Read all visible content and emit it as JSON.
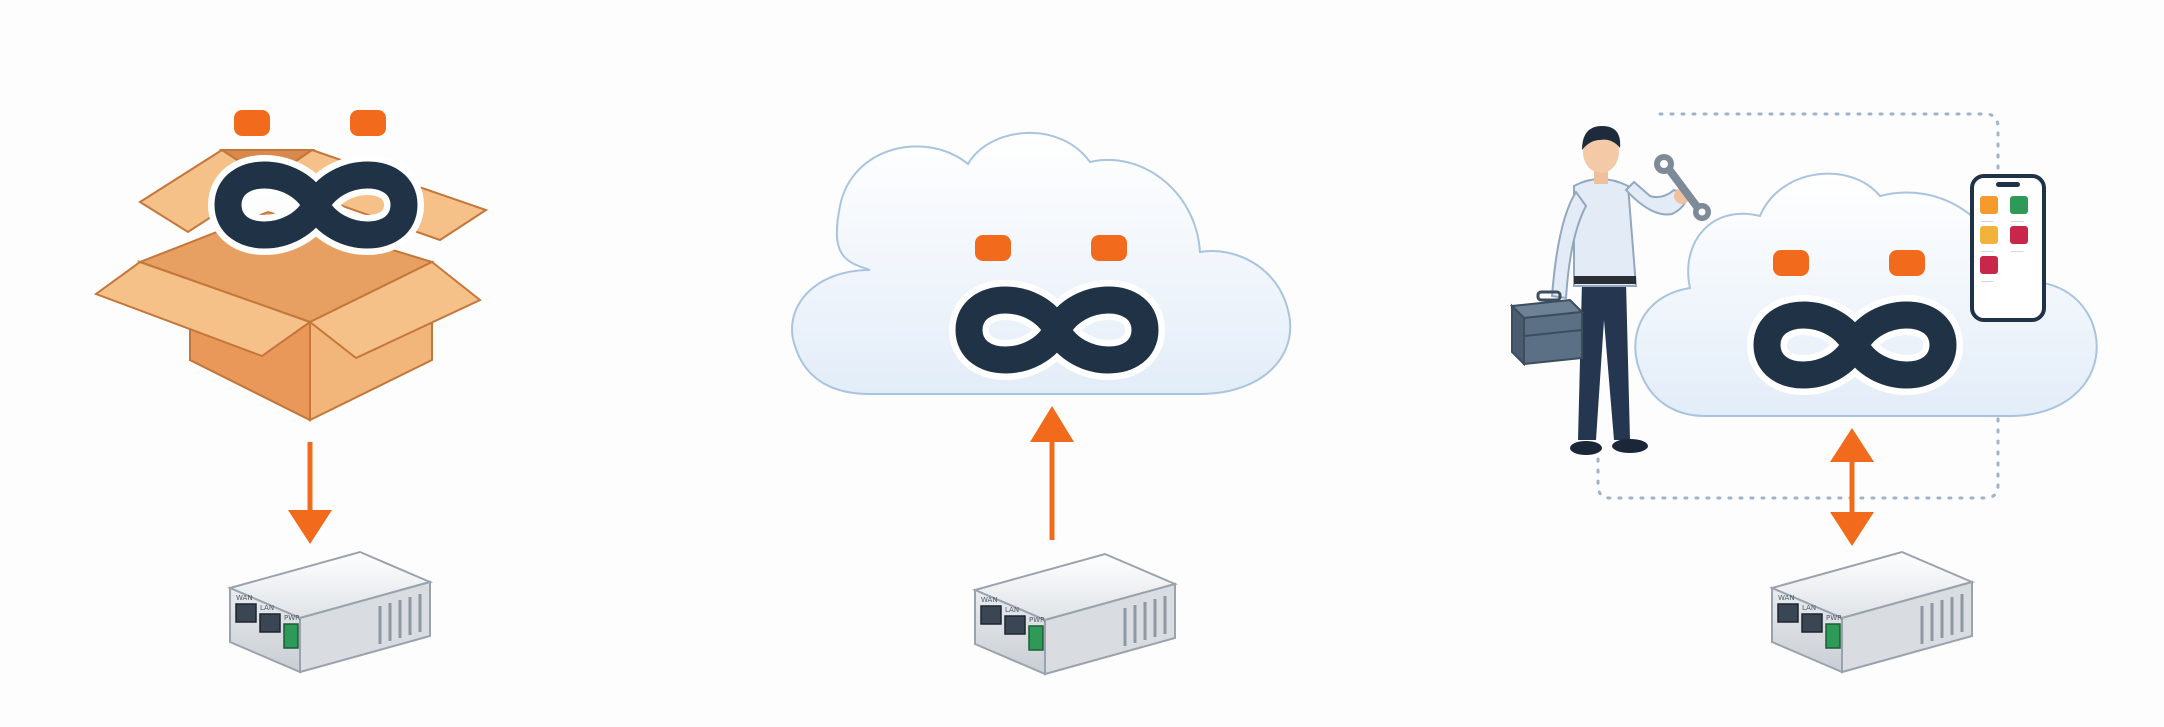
{
  "colors": {
    "accent": "#f26a1b",
    "logo_dark": "#1f3246",
    "box_light": "#f6c089",
    "box_mid": "#eea565",
    "box_dark": "#d9894b",
    "cloud_fill": "#eef4fb",
    "cloud_stroke": "#a9c4df",
    "device_body": "#eceff2",
    "terminal_green": "#2e9a57"
  },
  "panels": [
    {
      "id": "unbox",
      "icons": [
        "open-box-icon",
        "logo-icon",
        "down-arrow-icon",
        "gateway-device-icon"
      ]
    },
    {
      "id": "cloud-connect",
      "icons": [
        "cloud-icon",
        "logo-icon",
        "up-arrow-icon",
        "gateway-device-icon"
      ]
    },
    {
      "id": "manage",
      "icons": [
        "technician-icon",
        "toolbox-icon",
        "wrench-icon",
        "cloud-icon",
        "logo-icon",
        "smartphone-icon",
        "bidirectional-arrow-icon",
        "gateway-device-icon"
      ]
    }
  ],
  "device": {
    "port_labels": [
      "WAN",
      "LAN",
      "PWR"
    ]
  },
  "phone": {
    "app_tiles": [
      {
        "color": "#f59a2c",
        "caption": "_____"
      },
      {
        "color": "#2e9a57",
        "caption": "_____"
      },
      {
        "color": "#f2b33c",
        "caption": "_____"
      },
      {
        "color": "#c9274a",
        "caption": "_____"
      },
      {
        "color": "#c9274a",
        "caption": "_____"
      }
    ]
  }
}
